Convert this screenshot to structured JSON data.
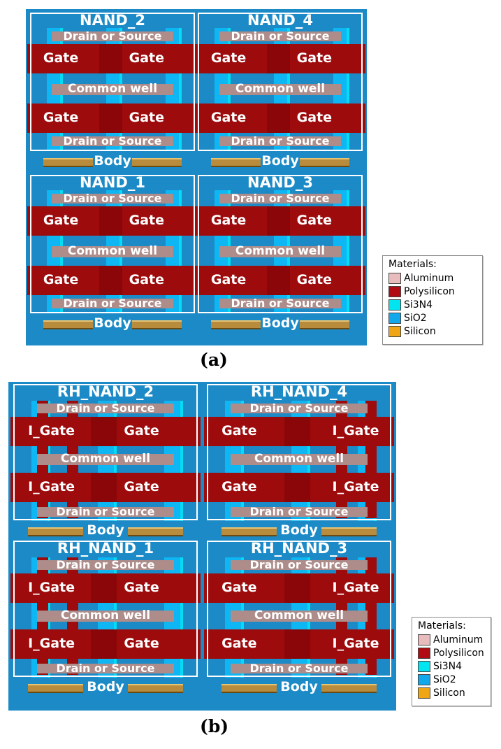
{
  "colors": {
    "background": "#1c8ac6",
    "gate": "#9d0b0d",
    "gate_dark": "#7a0306",
    "aluminum": "#ad8c8a",
    "sio2": "#0fb6f4",
    "si3n4": "#00e6f2",
    "silicon": "#b88c3c",
    "frame": "#ffffff"
  },
  "panel_a": {
    "caption": "(a)",
    "cells": [
      {
        "title": "NAND_2",
        "drain_top": "Drain or Source",
        "gate_tl": "Gate",
        "gate_tr": "Gate",
        "common_well": "Common well",
        "gate_bl": "Gate",
        "gate_br": "Gate",
        "drain_bottom": "Drain or Source",
        "body": "Body"
      },
      {
        "title": "NAND_4",
        "drain_top": "Drain or Source",
        "gate_tl": "Gate",
        "gate_tr": "Gate",
        "common_well": "Common well",
        "gate_bl": "Gate",
        "gate_br": "Gate",
        "drain_bottom": "Drain or Source",
        "body": "Body"
      },
      {
        "title": "NAND_1",
        "drain_top": "Drain or Source",
        "gate_tl": "Gate",
        "gate_tr": "Gate",
        "common_well": "Common well",
        "gate_bl": "Gate",
        "gate_br": "Gate",
        "drain_bottom": "Drain or Source",
        "body": "Body"
      },
      {
        "title": "NAND_3",
        "drain_top": "Drain or Source",
        "gate_tl": "Gate",
        "gate_tr": "Gate",
        "common_well": "Common well",
        "gate_bl": "Gate",
        "gate_br": "Gate",
        "drain_bottom": "Drain or Source",
        "body": "Body"
      }
    ],
    "legend": {
      "title": "Materials:",
      "items": [
        {
          "label": "Aluminum",
          "color": "#e8bcbc"
        },
        {
          "label": "Polysilicon",
          "color": "#b00a12"
        },
        {
          "label": "Si3N4",
          "color": "#00e5f0"
        },
        {
          "label": "SiO2",
          "color": "#12a8ec"
        },
        {
          "label": "Silicon",
          "color": "#f0a614"
        }
      ]
    }
  },
  "panel_b": {
    "caption": "(b)",
    "cells": [
      {
        "title": "RH_NAND_2",
        "drain_top": "Drain or Source",
        "gate_tl": "I_Gate",
        "gate_tr": "Gate",
        "common_well": "Common well",
        "gate_bl": "I_Gate",
        "gate_br": "Gate",
        "drain_bottom": "Drain or Source",
        "body": "Body"
      },
      {
        "title": "RH_NAND_4",
        "drain_top": "Drain or Source",
        "gate_tl": "Gate",
        "gate_tr": "I_Gate",
        "common_well": "Common well",
        "gate_bl": "Gate",
        "gate_br": "I_Gate",
        "drain_bottom": "Drain or Source",
        "body": "Body"
      },
      {
        "title": "RH_NAND_1",
        "drain_top": "Drain or Source",
        "gate_tl": "I_Gate",
        "gate_tr": "Gate",
        "common_well": "Common well",
        "gate_bl": "I_Gate",
        "gate_br": "Gate",
        "drain_bottom": "Drain or Source",
        "body": "Body"
      },
      {
        "title": "RH_NAND_3",
        "drain_top": "Drain or Source",
        "gate_tl": "Gate",
        "gate_tr": "I_Gate",
        "common_well": "Common well",
        "gate_bl": "Gate",
        "gate_br": "I_Gate",
        "drain_bottom": "Drain or Source",
        "body": "Body"
      }
    ],
    "legend": {
      "title": "Materials:",
      "items": [
        {
          "label": "Aluminum",
          "color": "#e8bcbc"
        },
        {
          "label": "Polysilicon",
          "color": "#b00a12"
        },
        {
          "label": "Si3N4",
          "color": "#00e5f0"
        },
        {
          "label": "SiO2",
          "color": "#12a8ec"
        },
        {
          "label": "Silicon",
          "color": "#f0a614"
        }
      ]
    }
  }
}
